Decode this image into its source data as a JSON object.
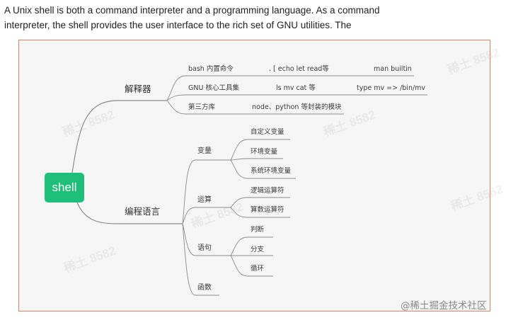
{
  "intro": {
    "line1": "A Unix shell is both a command interpreter and a programming language. As a command",
    "line2": "interpreter, the shell provides the user interface to the rich set of GNU utilities. The"
  },
  "mindmap": {
    "root": "shell",
    "branches": [
      {
        "label": "解释器",
        "children": [
          {
            "label": "bash 内置命令",
            "detail": ".  [   echo   let   read等",
            "note": "man builtin"
          },
          {
            "label": "GNU 核心工具集",
            "detail": "ls    mv   cat 等",
            "note": "type mv =>  /bin/mv"
          },
          {
            "label": "第三方库",
            "detail": "node、python 等封装的模块"
          }
        ]
      },
      {
        "label": "编程语言",
        "children": [
          {
            "label": "变量",
            "children": [
              "自定义变量",
              "环境变量",
              "系统环境变量"
            ]
          },
          {
            "label": "运算",
            "children": [
              "逻辑运算符",
              "算数运算符"
            ]
          },
          {
            "label": "语句",
            "children": [
              "判断",
              "分支",
              "循环"
            ]
          },
          {
            "label": "函数"
          }
        ]
      }
    ],
    "colors": {
      "root": "#1dbf79",
      "frame_border": "#d9835f",
      "line": "#8c8c8c",
      "background": "#f6f6f6"
    }
  },
  "watermarks": [
    "稀土 8582",
    "稀土 8582",
    "稀土 8582",
    "稀土 8582",
    "稀土 8582",
    "稀土 8582"
  ],
  "credit": "@稀土掘金技术社区"
}
